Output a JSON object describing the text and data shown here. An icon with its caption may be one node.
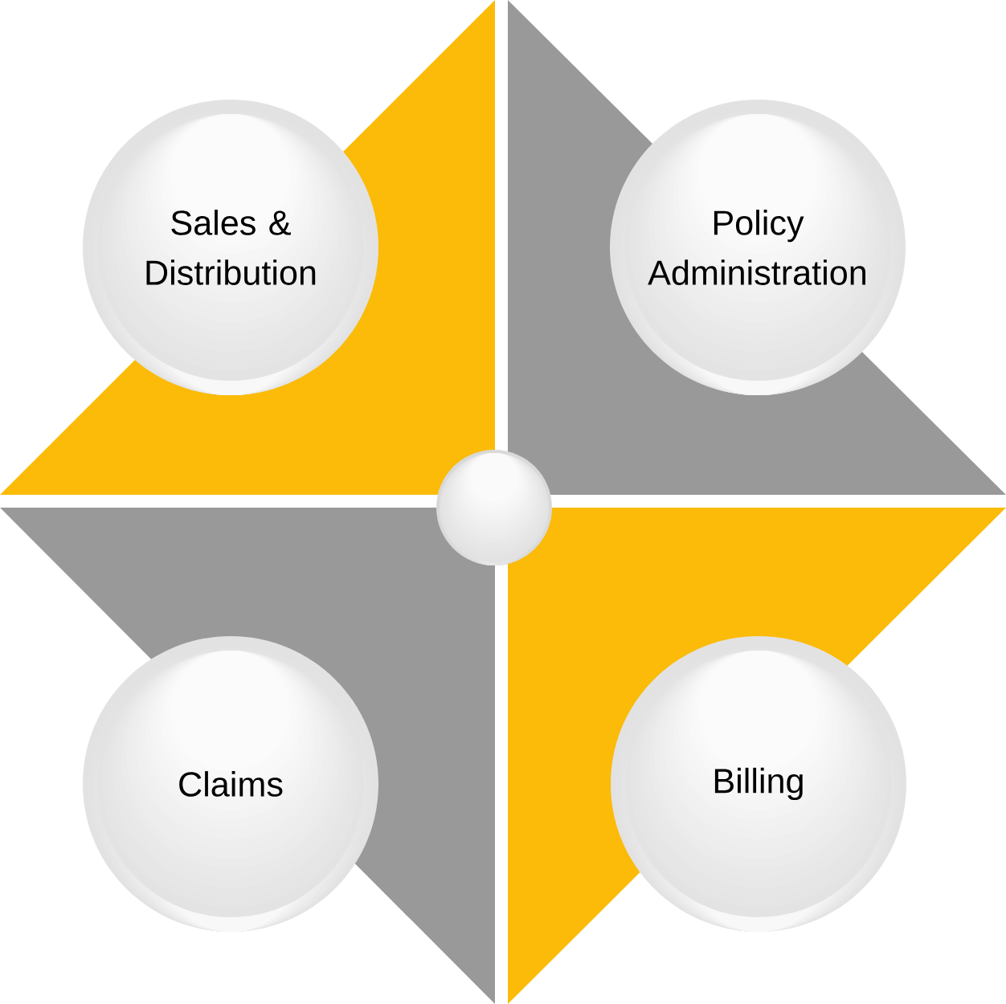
{
  "diagram": {
    "nodes": [
      {
        "text": [
          "Sales & Distribution"
        ]
      },
      {
        "text": [
          "Policy Administration"
        ]
      },
      {
        "text": [],
        "shape": "circle"
      },
      {
        "text": [
          "Claims"
        ]
      },
      {
        "text": [
          "Billing"
        ]
      }
    ]
  }
}
